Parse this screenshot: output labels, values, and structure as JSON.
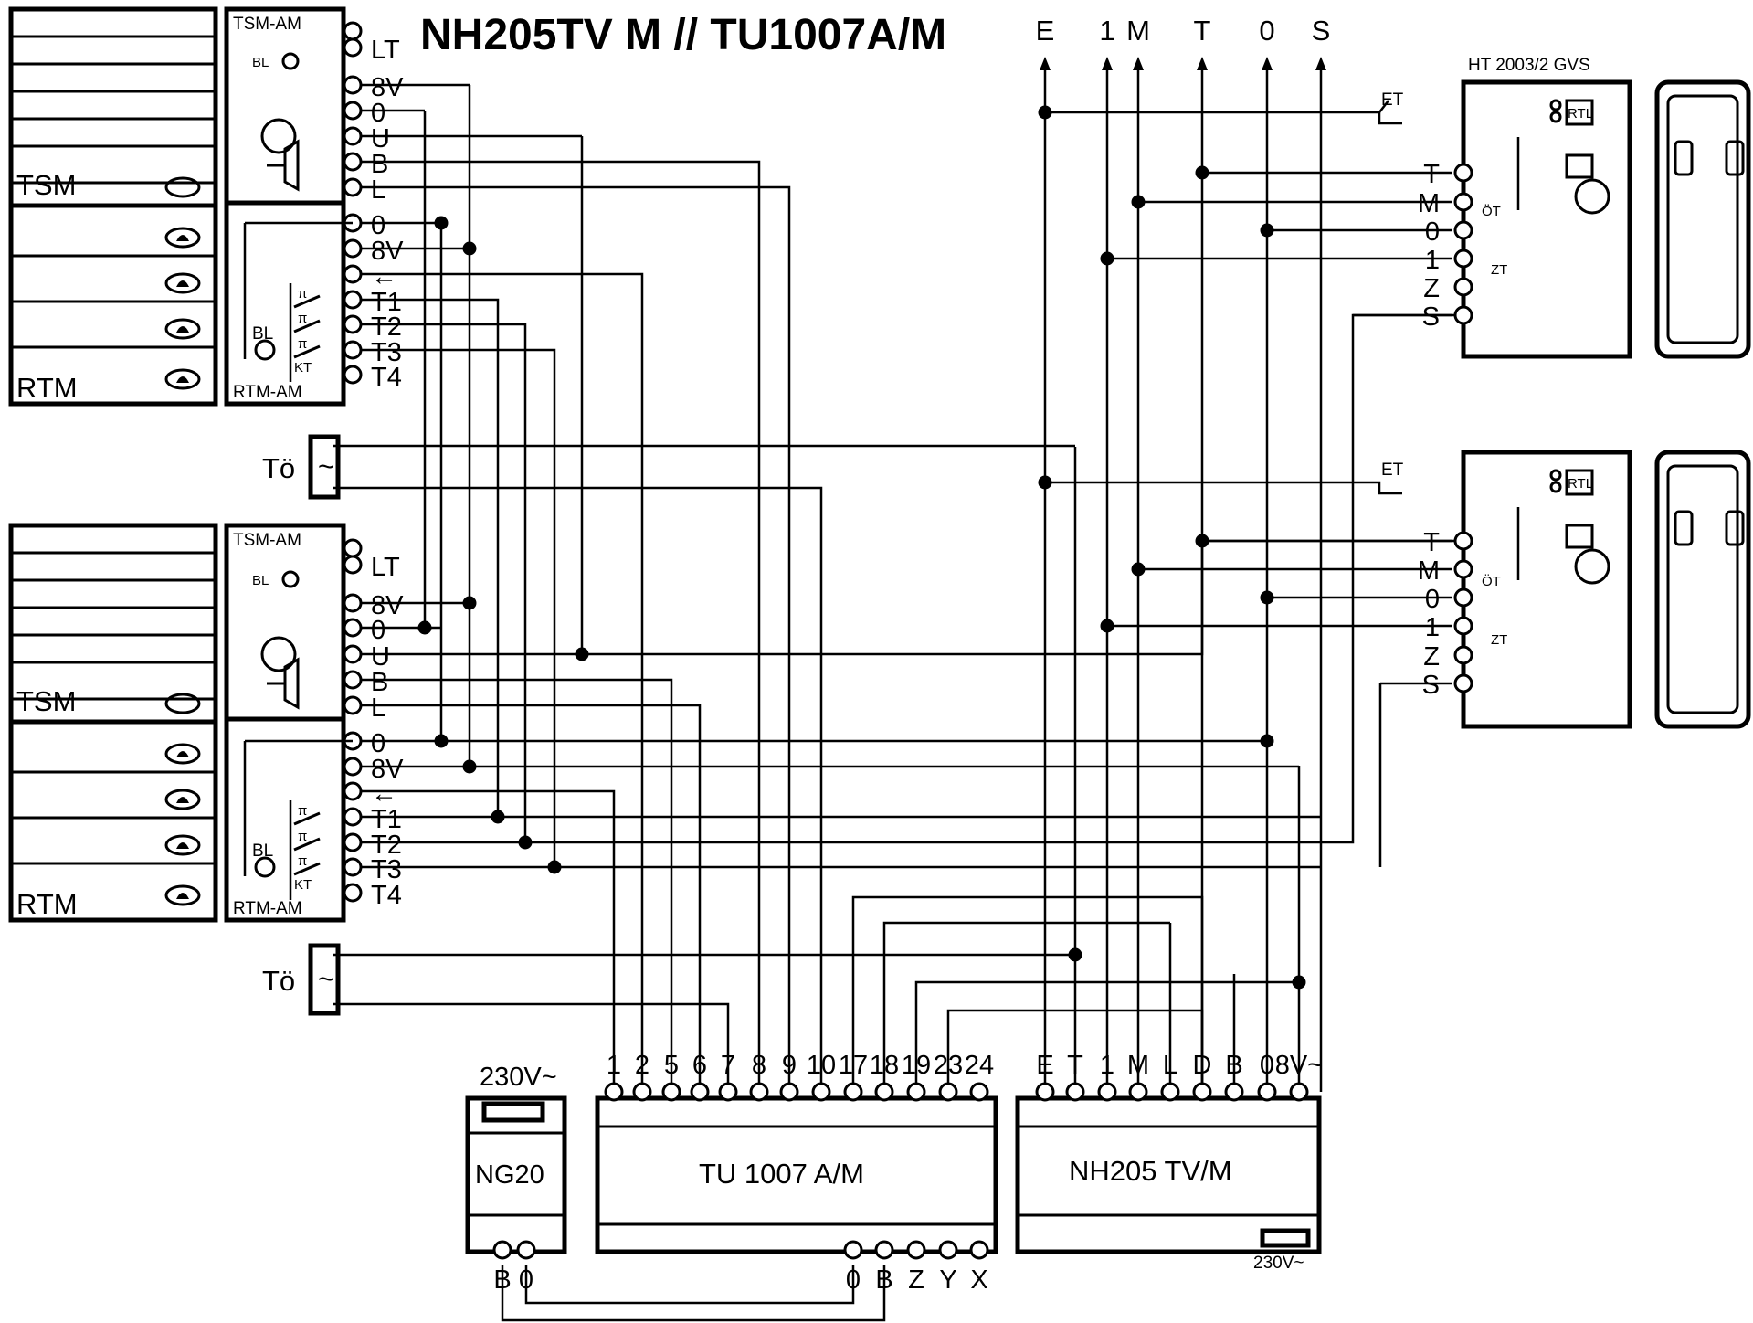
{
  "title": "NH205TV M // TU1007A/M",
  "bus_labels": [
    "E",
    "1",
    "M",
    "T",
    "0",
    "S"
  ],
  "panel_labels": {
    "tsm_am": "TSM-AM",
    "rtm_am": "RTM-AM",
    "tsm": "TSM",
    "rtm": "RTM",
    "bl": "BL",
    "kt": "KT",
    "pi": "π"
  },
  "panel_terminals_upper": [
    "LT",
    "8V",
    "0",
    "U",
    "B",
    "L"
  ],
  "panel_terminals_lower": [
    "0",
    "8V",
    "←",
    "T1",
    "T2",
    "T3",
    "T4"
  ],
  "door_opener_label": "Tö",
  "door_opener_symbol": "~",
  "handset_title": "HT 2003/2 GVS",
  "handset_terminals": [
    "T",
    "M",
    "0",
    "1",
    "Z",
    "S"
  ],
  "handset_small": {
    "et": "ET",
    "rtl": "RTL",
    "ot": "ÖT",
    "zt": "ZT"
  },
  "tu_terminals": [
    "1",
    "2",
    "5",
    "6",
    "7",
    "8",
    "9",
    "10",
    "17",
    "18",
    "19",
    "23",
    "24"
  ],
  "tu_name": "TU 1007 A/M",
  "tu_bottom_terminals": [
    "0",
    "B",
    "Z",
    "Y",
    "X"
  ],
  "nh_terminals": [
    "E",
    "T",
    "1",
    "M",
    "L",
    "D",
    "B",
    "0",
    "8V~"
  ],
  "nh_name": "NH205 TV/M",
  "nh_supply": "230V~",
  "ng_name": "NG20",
  "ng_supply": "230V~",
  "ng_bottom_terminals": [
    "B",
    "0"
  ]
}
